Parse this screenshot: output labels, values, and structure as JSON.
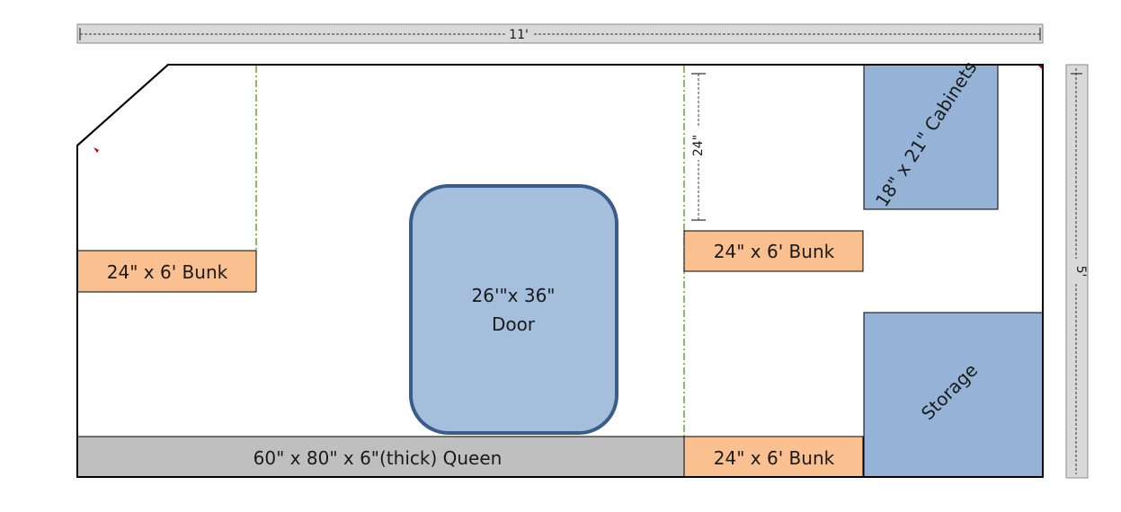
{
  "dimensions": {
    "width_label": "11'",
    "height_label": "5'",
    "bunk_gap_label": "24\""
  },
  "areas": {
    "bunk_left": "24\" x 6' Bunk",
    "bunk_right_top": "24\" x 6' Bunk",
    "bunk_right_bottom": "24\" x 6' Bunk",
    "door_line1": "26'\"x 36\"",
    "door_line2": "Door",
    "queen": "60\" x 80\" x 6\"(thick) Queen",
    "cabinets": "18\" x 21\" Cabinets",
    "storage": "Storage"
  },
  "colors": {
    "bunk": "#fac090",
    "queen": "#bfbfbf",
    "door_fill": "#a4bedc",
    "door_stroke": "#385d8a",
    "cabinet": "#95b3d7",
    "guide_line": "#4e9a06",
    "ruler_bg": "#d9d9d9"
  }
}
